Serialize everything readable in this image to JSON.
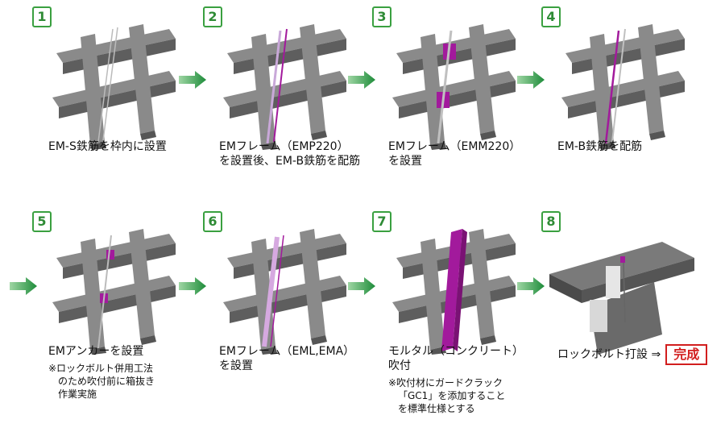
{
  "steps": [
    {
      "num": "1",
      "lines": [
        "EM-S鉄筋を枠内に設置"
      ],
      "notes": []
    },
    {
      "num": "2",
      "lines": [
        "EMフレーム（EMP220）",
        "を設置後、EM-B鉄筋を配筋"
      ],
      "notes": []
    },
    {
      "num": "3",
      "lines": [
        "EMフレーム（EMM220）",
        "を設置"
      ],
      "notes": []
    },
    {
      "num": "4",
      "lines": [
        "EM-B鉄筋を配筋"
      ],
      "notes": []
    },
    {
      "num": "5",
      "lines": [
        "EMアンカーを設置"
      ],
      "notes": [
        "※ロックボルト併用工法",
        "のため吹付前に箱抜き",
        "作業実施"
      ]
    },
    {
      "num": "6",
      "lines": [
        "EMフレーム（EML,EMA）",
        "を設置"
      ],
      "notes": []
    },
    {
      "num": "7",
      "lines": [
        "モルタル（コンクリート）",
        "吹付"
      ],
      "notes": [
        "※吹付材にガードクラック",
        "「GC1」を添加すること",
        "を標準仕様とする"
      ]
    },
    {
      "num": "8",
      "lines": [
        "ロックボルト打設 ⇒"
      ],
      "notes": [],
      "badge": "完成"
    }
  ],
  "colors": {
    "accent": "#3aa040",
    "frame": "#7f7f7f",
    "magenta": "#a21a9c",
    "badge": "#d21e1e"
  }
}
